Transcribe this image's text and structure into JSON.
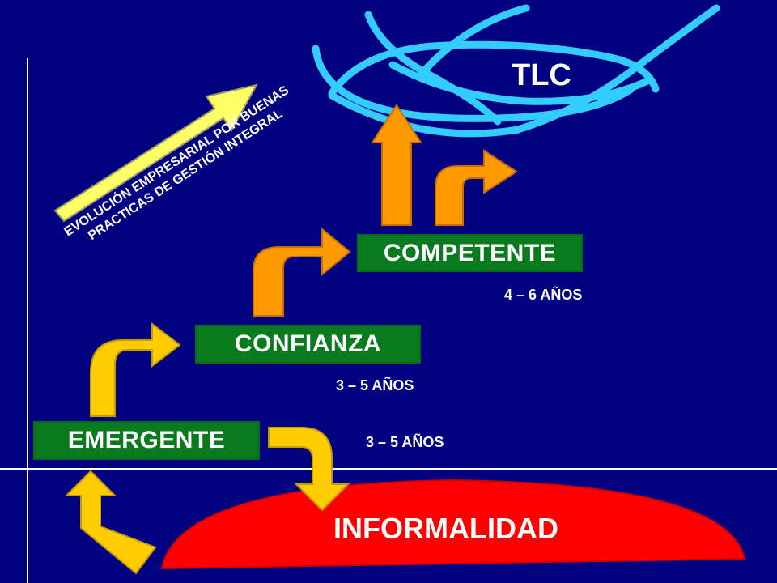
{
  "diagram": {
    "top_label": "TLC",
    "base_label": "INFORMALIDAD",
    "stages": [
      {
        "label": "EMERGENTE",
        "duration": "3 – 5 AÑOS"
      },
      {
        "label": "CONFIANZA",
        "duration": "3 – 5 AÑOS"
      },
      {
        "label": "COMPETENTE",
        "duration": "4 – 6 AÑOS"
      }
    ],
    "evolution_text": [
      "EVOLUCIÓN EMPRESARIAL POR BUENAS",
      "PRACTICAS DE GESTIÓN INTEGRAL"
    ]
  },
  "colors": {
    "background": "#000080",
    "stage_box": "#0a7a1e",
    "informality": "#ff0000",
    "globe": "#33ccff",
    "arrow_yellow": "#ffcc00",
    "arrow_orange": "#ff9900",
    "evolution_arrow": "#ffff66"
  }
}
